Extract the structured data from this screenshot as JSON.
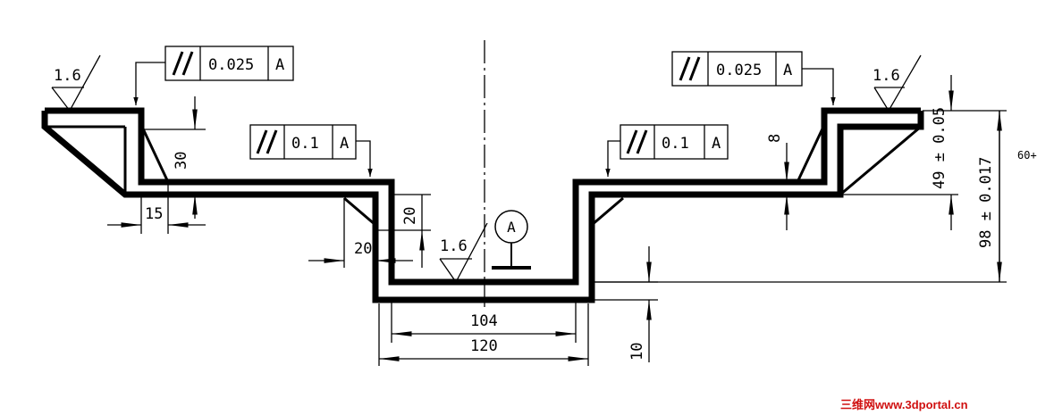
{
  "roughness": {
    "left": "1.6",
    "center": "1.6",
    "right": "1.6"
  },
  "fcf": {
    "left_outer": {
      "tolerance": "0.025",
      "datum": "A"
    },
    "left_inner": {
      "tolerance": "0.1",
      "datum": "A"
    },
    "right_inner": {
      "tolerance": "0.1",
      "datum": "A"
    },
    "right_outer": {
      "tolerance": "0.025",
      "datum": "A"
    }
  },
  "datum_label": "A",
  "dimensions": {
    "d15": "15",
    "d30": "30",
    "d20_vertical": "20",
    "d20_horizontal": "20",
    "d104": "104",
    "d120": "120",
    "d10": "10",
    "d8": "8",
    "d49": "49 ± 0.05",
    "d98": "98 ± 0.017",
    "d60": "60+"
  },
  "watermark": "三维网www.3dportal.cn"
}
